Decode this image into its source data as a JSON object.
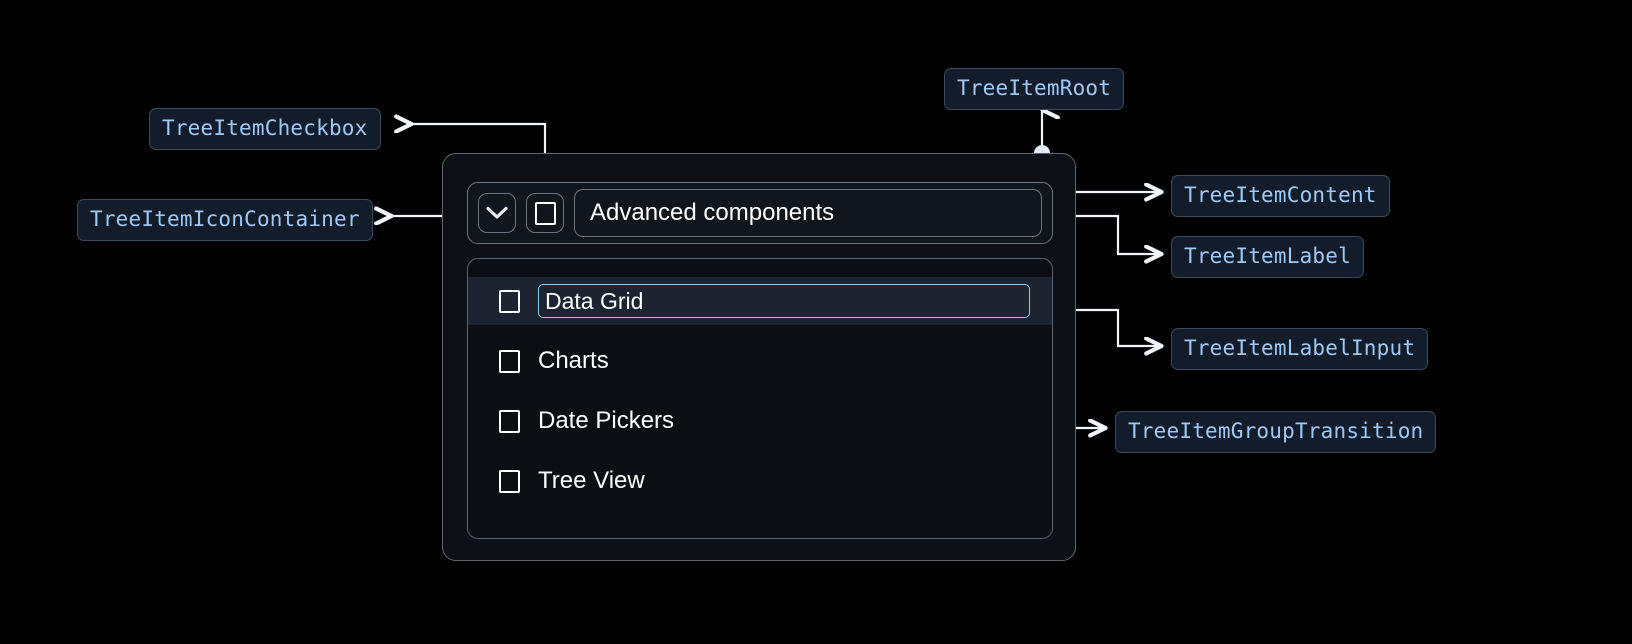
{
  "canvas": {
    "background": "#000000",
    "accent_blue": "#9fc9f5",
    "chip_bg": "#131c2b",
    "chip_border": "#3c4a5e",
    "wire_color": "#f0f4fb",
    "input_border": "#93c6f0",
    "selected_row_bg": "#1b2430"
  },
  "annotations": [
    {
      "id": "checkbox",
      "label": "TreeItemCheckbox"
    },
    {
      "id": "icon_container",
      "label": "TreeItemIconContainer"
    },
    {
      "id": "root",
      "label": "TreeItemRoot"
    },
    {
      "id": "content",
      "label": "TreeItemContent"
    },
    {
      "id": "label",
      "label": "TreeItemLabel"
    },
    {
      "id": "label_input",
      "label": "TreeItemLabelInput"
    },
    {
      "id": "group_transition",
      "label": "TreeItemGroupTransition"
    }
  ],
  "tree": {
    "root_item": {
      "expand_icon": "chevron-down-icon",
      "checkbox_state": "unchecked",
      "label": "Advanced components"
    },
    "children": [
      {
        "label": "Data Grid",
        "checkbox_state": "unchecked",
        "editing": true,
        "selected": true
      },
      {
        "label": "Charts",
        "checkbox_state": "unchecked",
        "editing": false,
        "selected": false
      },
      {
        "label": "Date Pickers",
        "checkbox_state": "unchecked",
        "editing": false,
        "selected": false
      },
      {
        "label": "Tree View",
        "checkbox_state": "unchecked",
        "editing": false,
        "selected": false
      }
    ],
    "editing_value": "Data Grid"
  }
}
